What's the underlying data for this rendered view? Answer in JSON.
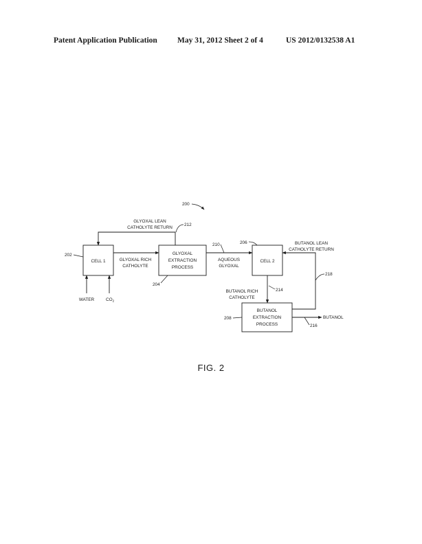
{
  "header": {
    "publication": "Patent Application Publication",
    "date_sheet": "May 31, 2012   Sheet 2 of 4",
    "number": "US 2012/0132538 A1"
  },
  "figure": {
    "ref_main": "200",
    "cell1": {
      "label": "CELL 1",
      "ref": "202"
    },
    "glyoxal_extraction": {
      "line1": "GLYOXAL",
      "line2": "EXTRACTION",
      "line3": "PROCESS",
      "ref": "204"
    },
    "cell2": {
      "label": "CELL 2",
      "ref": "206"
    },
    "butanol_extraction": {
      "line1": "BUTANOL",
      "line2": "EXTRACTION",
      "line3": "PROCESS",
      "ref": "208"
    },
    "glyoxal_rich": {
      "line1": "GLYOXAL RICH",
      "line2": "CATHOLYTE"
    },
    "glyoxal_lean": {
      "line1": "GLYOXAL LEAN",
      "line2": "CATHOLYTE RETURN",
      "ref": "212"
    },
    "aqueous_glyoxal": {
      "line1": "AQUEOUS",
      "line2": "GLYOXAL",
      "ref": "210"
    },
    "butanol_rich": {
      "line1": "BUTANOL RICH",
      "line2": "CATHOLYTE",
      "ref": "214"
    },
    "butanol_lean": {
      "line1": "BUTANOL LEAN",
      "line2": "CATHOLYTE RETURN",
      "ref": "218"
    },
    "butanol_out": {
      "label": "BUTANOL",
      "ref": "216"
    },
    "inputs": {
      "water": "WATER",
      "co2_base": "CO",
      "co2_sub": "2"
    }
  },
  "caption": "FIG. 2"
}
